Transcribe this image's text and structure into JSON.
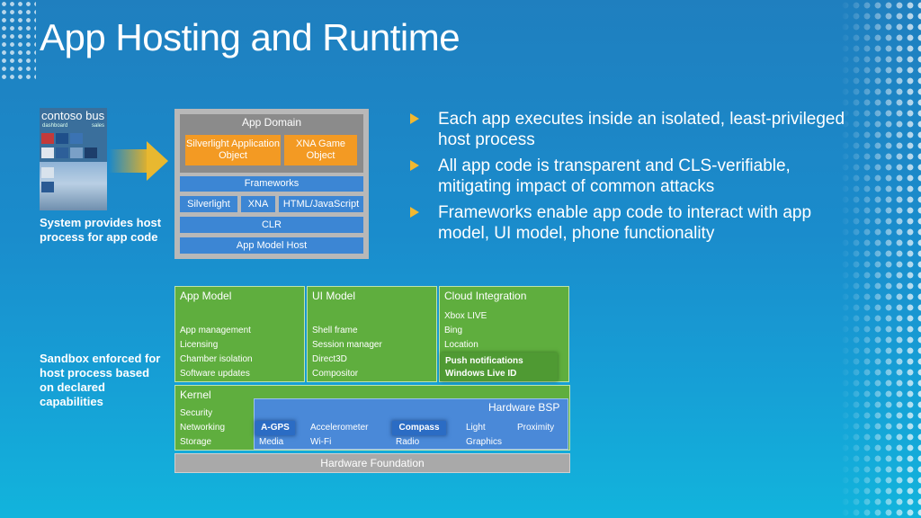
{
  "slide": {
    "title": "App Hosting and Runtime",
    "caption_host": "System provides host process for app code",
    "caption_sandbox": "Sandbox enforced for host process based on declared capabilities"
  },
  "phone": {
    "title": "contoso bus",
    "sub1": "dashboard",
    "sub2": "sales"
  },
  "app_domain": {
    "label": "App Domain",
    "silverlight_app_object": "Silverlight Application Object",
    "xna_game_object": "XNA Game Object",
    "frameworks": "Frameworks",
    "silverlight": "Silverlight",
    "xna": "XNA",
    "html_js": "HTML/JavaScript",
    "clr": "CLR",
    "app_model_host": "App Model Host"
  },
  "bullets": [
    "Each app executes inside an isolated, least-privileged host process",
    "All app code is transparent and CLS-verifiable, mitigating impact of common attacks",
    "Frameworks enable app code to interact with app model, UI model, phone functionality"
  ],
  "stack": {
    "app_model": {
      "title": "App Model",
      "items": [
        "App management",
        "Licensing",
        "Chamber isolation",
        "Software updates"
      ]
    },
    "ui_model": {
      "title": "UI Model",
      "items": [
        "Shell frame",
        "Session manager",
        "Direct3D",
        "Compositor"
      ]
    },
    "cloud": {
      "title": "Cloud Integration",
      "items": [
        "Xbox LIVE",
        "Bing",
        "Location"
      ],
      "highlight": [
        "Push notifications",
        "Windows Live ID"
      ]
    },
    "kernel": {
      "title": "Kernel",
      "items": [
        "Security",
        "Networking",
        "Storage"
      ]
    },
    "bsp": {
      "title": "Hardware BSP",
      "agps": "A-GPS",
      "accelerometer": "Accelerometer",
      "compass": "Compass",
      "light": "Light",
      "proximity": "Proximity",
      "media": "Media",
      "wifi": "Wi-Fi",
      "radio": "Radio",
      "graphics": "Graphics"
    },
    "hardware_foundation": "Hardware Foundation"
  }
}
